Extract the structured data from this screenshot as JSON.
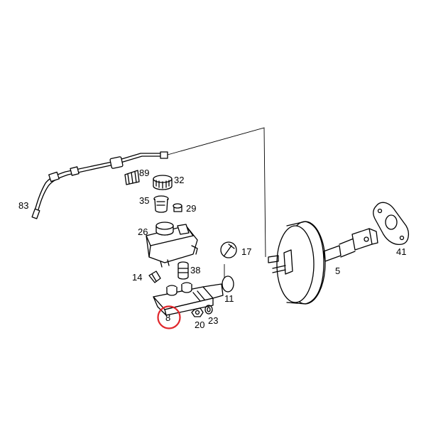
{
  "diagram": {
    "highlight_color": "#e0262b",
    "highlighted_label": "8",
    "labels": {
      "p83": "83",
      "p89": "89",
      "p32": "32",
      "p35": "35",
      "p29": "29",
      "p26": "26",
      "p17": "17",
      "p14": "14",
      "p38": "38",
      "p11": "11",
      "p8": "8",
      "p20": "20",
      "p23": "23",
      "p5": "5",
      "p41": "41"
    }
  }
}
